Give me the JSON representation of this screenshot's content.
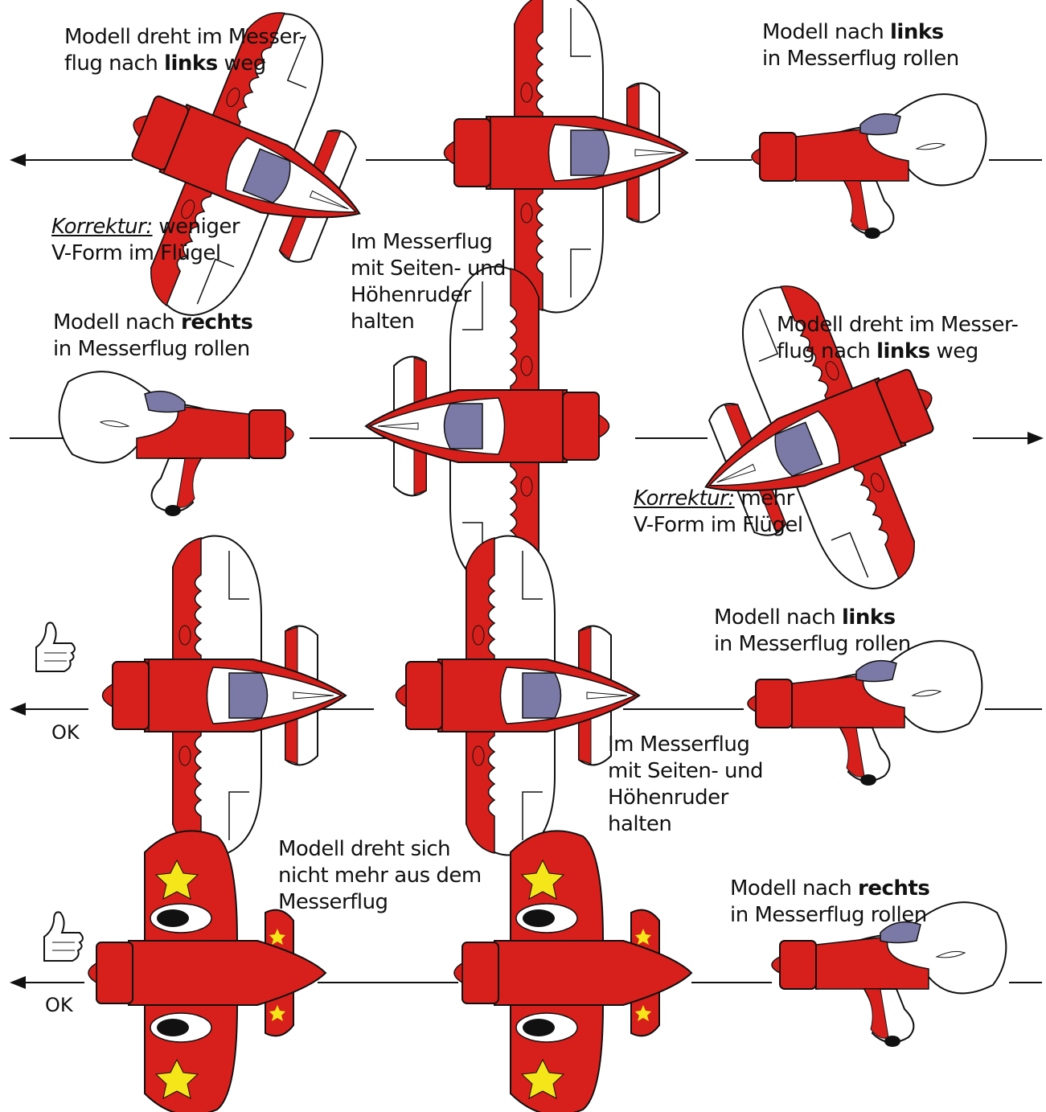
{
  "captions": [
    {
      "id": "r1-left-1",
      "text": "Modell dreht im Messer-"
    },
    {
      "id": "r1-left-2a",
      "text": "flug nach "
    },
    {
      "id": "r1-left-2b",
      "text": "links"
    },
    {
      "id": "r1-left-2c",
      "text": " weg"
    },
    {
      "id": "r1-right-1a",
      "text": "Modell nach "
    },
    {
      "id": "r1-right-1b",
      "text": "links"
    },
    {
      "id": "r1-right-2",
      "text": "in Messerflug rollen"
    },
    {
      "id": "r1-corr-1a",
      "text": "Korrektur:"
    },
    {
      "id": "r1-corr-1b",
      "text": " weniger"
    },
    {
      "id": "r1-corr-2",
      "text": "V-Form im Flügel"
    },
    {
      "id": "mid-1",
      "text": "Im Messerflug"
    },
    {
      "id": "mid-2",
      "text": "mit Seiten- und"
    },
    {
      "id": "mid-3",
      "text": "Höhenruder"
    },
    {
      "id": "mid-4",
      "text": "halten"
    }
  ],
  "text": {
    "r1_left_l1": "Modell dreht im Messer-",
    "r1_left_l2a": "flug nach ",
    "r1_left_l2b": "links",
    "r1_left_l2c": " weg",
    "r1_right_l1a": "Modell nach ",
    "r1_right_l1b": "links",
    "r1_right_l2": "in Messerflug rollen",
    "r1_corr_label": "Korrektur:",
    "r1_corr_l1": " weniger",
    "r1_corr_l2": "V-Form im Flügel",
    "hold_l1": "Im Messerflug",
    "hold_l2": "mit Seiten- und",
    "hold_l3": "Höhenruder",
    "hold_l4": "halten",
    "r2_left_l1a": "Modell nach ",
    "r2_left_l1b": "rechts",
    "r2_left_l2": "in Messerflug rollen",
    "r2_right_l1": "Modell dreht im Messer-",
    "r2_right_l2a": "flug nach ",
    "r2_right_l2b": "links",
    "r2_right_l2c": " weg",
    "r2_corr_label": "Korrektur:",
    "r2_corr_l1": " mehr",
    "r2_corr_l2": "V-Form im Flügel",
    "r3_right_l1a": "Modell nach ",
    "r3_right_l1b": "links",
    "r3_right_l2": "in Messerflug rollen",
    "r3_hold_l1": "Im Messerflug",
    "r3_hold_l2": "mit Seiten- und",
    "r3_hold_l3": "Höhenruder",
    "r3_hold_l4": "halten",
    "r3_ok": "OK",
    "r4_mid_l1": "Modell dreht sich",
    "r4_mid_l2": "nicht mehr aus dem",
    "r4_mid_l3": "Messerflug",
    "r4_right_l1a": "Modell nach ",
    "r4_right_l1b": "rechts",
    "r4_right_l2": "in Messerflug rollen",
    "r4_ok": "OK"
  },
  "colors": {
    "red": "#d7201b",
    "canopy": "#7b79a6",
    "star": "#f5e61a",
    "outline": "#111111"
  },
  "icons": [
    "thumbs-up-icon",
    "arrow-left-icon",
    "arrow-right-icon",
    "airplane-top-view",
    "airplane-side-view"
  ]
}
